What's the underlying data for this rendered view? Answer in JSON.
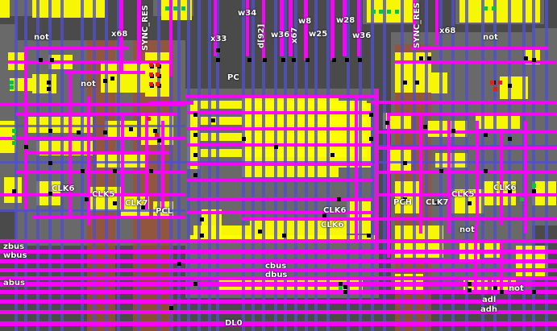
{
  "colors": {
    "background": "#4a4a4a",
    "diffusion": "#ffff00",
    "metal": "#ff00ff",
    "polysilicon": "#5050c8",
    "buried": "#a05030",
    "contact": "#000000"
  },
  "labels": {
    "not_left": "not",
    "x68_left": "x68",
    "sync_res_left": "SYNC_RES",
    "not_left2": "not",
    "x33": "x33",
    "w34": "w34",
    "dg92": "d[92]",
    "w36a": "w36",
    "x67": "x67",
    "w8": "w8",
    "w25": "w25",
    "w28": "w28",
    "w36b": "w36",
    "pc": "PC",
    "sync_res_right": "SYNC_RES",
    "x68_right": "x68",
    "not_right": "not",
    "clk6_left": "CLK6",
    "clk5_left": "CLK5",
    "clk7_left": "CLK7",
    "pcl": "PCL",
    "clk6_mid": "CLK6",
    "clk6_mid2": "CLK6",
    "pch": "PCH",
    "clk7_right": "CLK7",
    "clk5_right": "CLK5",
    "clk6_right": "CLK6",
    "not_right2": "not",
    "zbus": "zbus",
    "wbus": "wbus",
    "abus": "abus",
    "cbus": "cbus",
    "dbus": "dbus",
    "not_right3": "not",
    "adl": "adl",
    "adh": "adh",
    "dl0": "DL0"
  }
}
